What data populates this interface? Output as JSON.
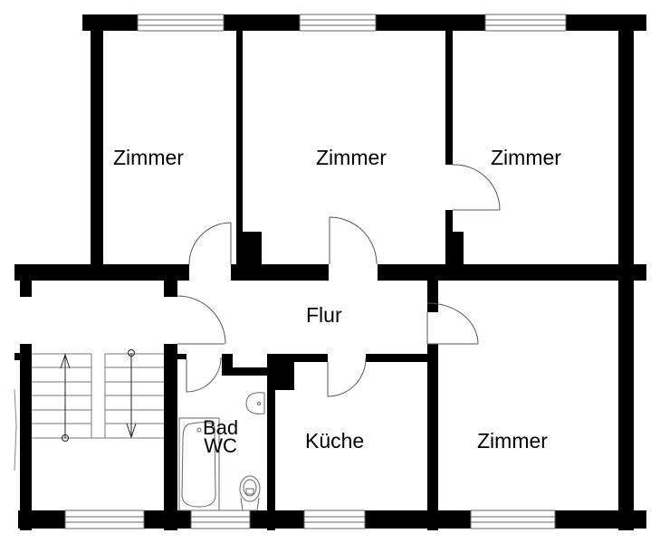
{
  "plan": {
    "type": "floor-plan",
    "wall_color": "#000000",
    "line_color": "#444444",
    "background": "#ffffff"
  },
  "rooms": [
    {
      "id": "zimmer-top-left",
      "label": "Zimmer"
    },
    {
      "id": "zimmer-top-center",
      "label": "Zimmer"
    },
    {
      "id": "zimmer-top-right",
      "label": "Zimmer"
    },
    {
      "id": "flur",
      "label": "Flur"
    },
    {
      "id": "kueche",
      "label": "Küche"
    },
    {
      "id": "zimmer-bottom-right",
      "label": "Zimmer"
    },
    {
      "id": "bad-wc",
      "label_line1": "Bad",
      "label_line2": "WC"
    }
  ],
  "fixtures": [
    "bathtub",
    "washbasin",
    "toilet",
    "staircase"
  ]
}
